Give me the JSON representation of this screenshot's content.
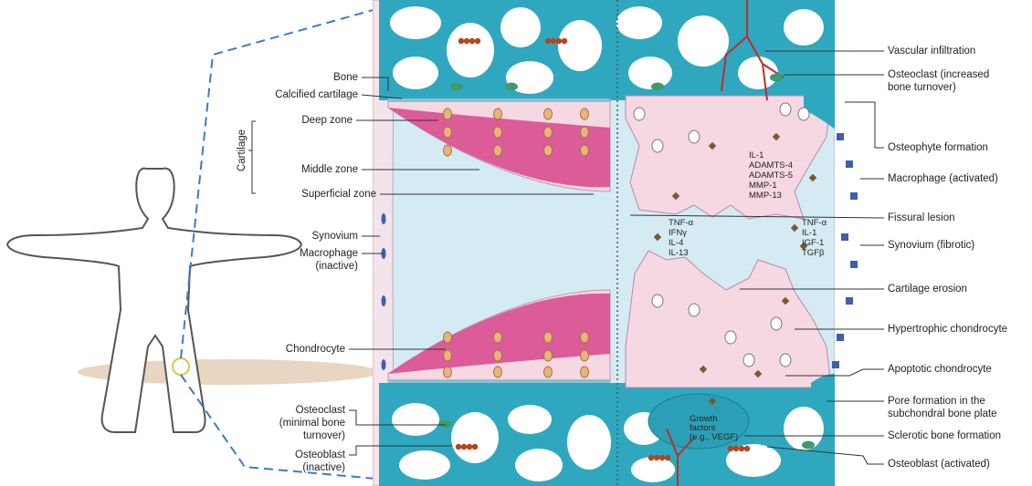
{
  "left_labels": {
    "bone": "Bone",
    "calcified_cartilage": "Calcified cartilage",
    "cartilage": "Cartilage",
    "deep_zone": "Deep zone",
    "middle_zone": "Middle zone",
    "superficial_zone": "Superficial zone",
    "synovium": "Synovium",
    "macrophage_line1": "Macrophage",
    "macrophage_line2": "(inactive)",
    "chondrocyte": "Chondrocyte",
    "osteoclast_line1": "Osteoclast",
    "osteoclast_line2": "(minimal bone",
    "osteoclast_line3": "turnover)",
    "osteoblast_line1": "Osteoblast",
    "osteoblast_line2": "(inactive)"
  },
  "right_labels": {
    "vascular_infiltration": "Vascular infiltration",
    "osteoclast_line1": "Osteoclast (increased",
    "osteoclast_line2": "bone turnover)",
    "osteophyte_formation": "Osteophyte formation",
    "macrophage_activated": "Macrophage (activated)",
    "fissural_lesion": "Fissural lesion",
    "synovium_fibrotic": "Synovium (fibrotic)",
    "cartilage_erosion": "Cartilage erosion",
    "hypertrophic_chondrocyte": "Hypertrophic chondrocyte",
    "apoptotic_chondrocyte": "Apoptotic chondrocyte",
    "pore_line1": "Pore formation in the",
    "pore_line2": "subchondral bone plate",
    "sclerotic_bone": "Sclerotic bone formation",
    "osteoblast_activated": "Osteoblast (activated)"
  },
  "inner_labels": {
    "enzymes": [
      "IL-1",
      "ADAMTS-4",
      "ADAMTS-5",
      "MMP-1",
      "MMP-13"
    ],
    "left_cytokines": [
      "TNF-α",
      "IFNγ",
      "IL-4",
      "IL-13"
    ],
    "right_cytokines": [
      "TNF-α",
      "IL-1",
      "IGF-1",
      "TGFβ"
    ],
    "growth_factors": [
      "Growth",
      "factors",
      "(e.g., VEGF)"
    ]
  },
  "colors": {
    "bone": "#2fa8bf",
    "bone_edge": "#1b7f93",
    "cartilage_pink": "#f6d8e3",
    "middle_zone_magenta": "#d84f8f",
    "synovial_fluid": "#d4ebf4",
    "chondrocyte": "#e9b47a",
    "red_cell": "#b8431f",
    "osteoclast_green": "#3f9a6f",
    "macrophage_blue": "#3d5fae",
    "vessel_red": "#c42a2a",
    "dashed_blue": "#3b7dc4"
  }
}
